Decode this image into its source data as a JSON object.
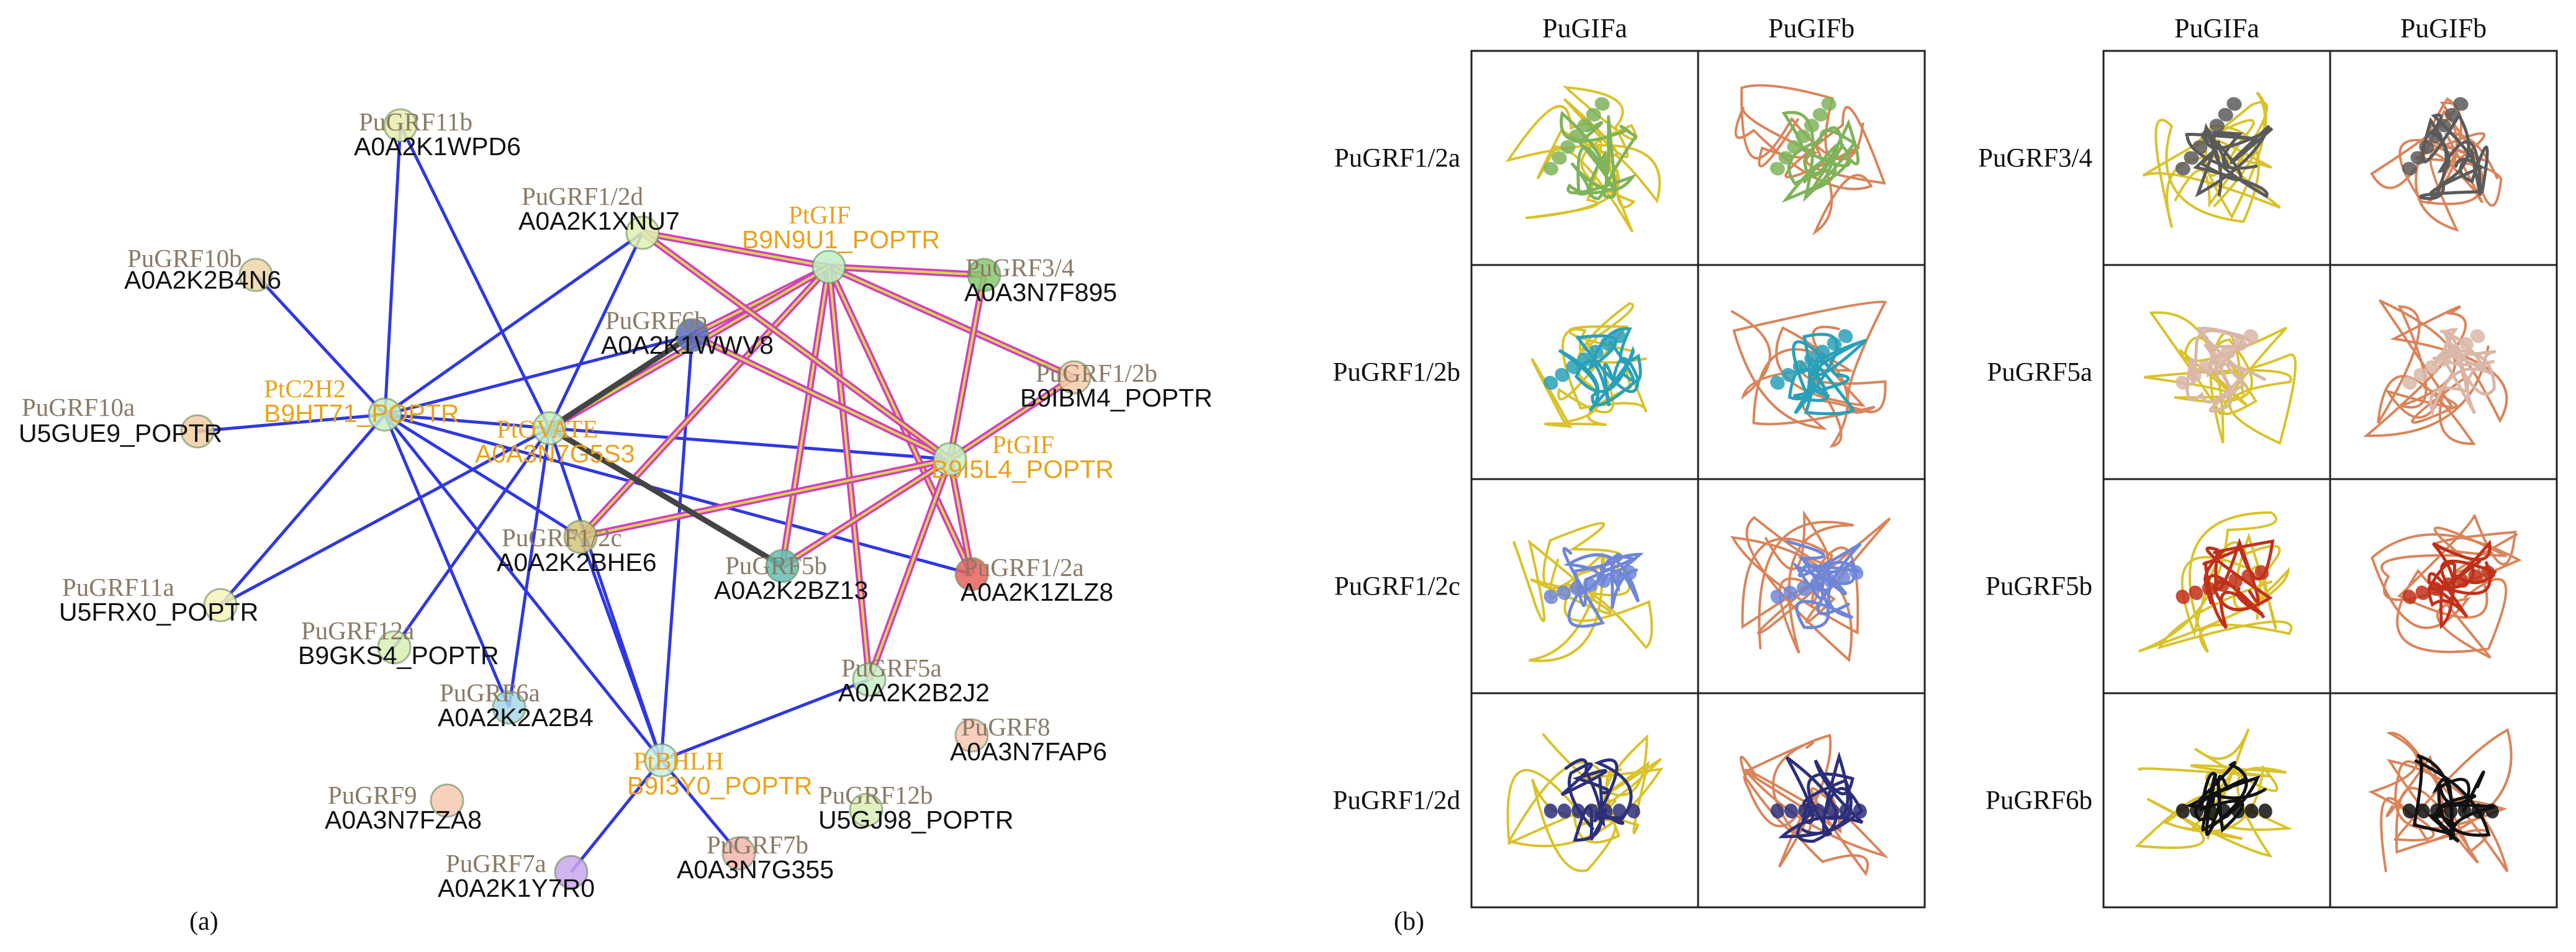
{
  "panels": {
    "a": {
      "caption": "(a)",
      "nodes": [
        {
          "id": "n_grf11b",
          "name": "PuGRF11b",
          "uid": "A0A2K1WPD6",
          "color": "#e5efad",
          "highlight": false
        },
        {
          "id": "n_grf10b",
          "name": "PuGRF10b",
          "uid": "A0A2K2B4N6",
          "color": "#efd6a8",
          "highlight": false
        },
        {
          "id": "n_grf12d",
          "name": "PuGRF1/2d",
          "uid": "A0A2K1XNU7",
          "color": "#dff2b0",
          "highlight": false
        },
        {
          "id": "n_ptgif1",
          "name": "PtGIF",
          "uid": "B9N9U1_POPTR",
          "color": "#bfeec2",
          "highlight": true
        },
        {
          "id": "n_grf34",
          "name": "PuGRF3/4",
          "uid": "A0A3N7F895",
          "color": "#85c96f",
          "highlight": false
        },
        {
          "id": "n_grf6b",
          "name": "PuGRF6b",
          "uid": "A0A2K1WWV8",
          "color": "#5a6fb8",
          "highlight": false
        },
        {
          "id": "n_grf12b",
          "name": "PuGRF1/2b",
          "uid": "B9IBM4_POPTR",
          "color": "#f4cda8",
          "highlight": false
        },
        {
          "id": "n_grf10a",
          "name": "PuGRF10a",
          "uid": "U5GUE9_POPTR",
          "color": "#f0cfa5",
          "highlight": false
        },
        {
          "id": "n_ptc2h2",
          "name": "PtC2H2",
          "uid": "B9HT71_POPTR",
          "color": "#c7f0c4",
          "highlight": true
        },
        {
          "id": "n_ptovate",
          "name": "PtOVATE",
          "uid": "A0A3N7G5S3",
          "color": "#c7f0c4",
          "highlight": true
        },
        {
          "id": "n_ptgif2",
          "name": "PtGIF",
          "uid": "B9I5L4_POPTR",
          "color": "#c7f0c4",
          "highlight": true
        },
        {
          "id": "n_grf12c",
          "name": "PuGRF1/2c",
          "uid": "A0A2K2BHE6",
          "color": "#d2c67a",
          "highlight": false
        },
        {
          "id": "n_grf5b",
          "name": "PuGRF5b",
          "uid": "A0A2K2BZ13",
          "color": "#63c0b4",
          "highlight": false
        },
        {
          "id": "n_grf12a",
          "name": "PuGRF1/2a",
          "uid": "A0A2K1ZLZ8",
          "color": "#e8615c",
          "highlight": false
        },
        {
          "id": "n_grf11a",
          "name": "PuGRF11a",
          "uid": "U5FRX0_POPTR",
          "color": "#f6f3ba",
          "highlight": false
        },
        {
          "id": "n_grf12aa",
          "name": "PuGRF12a",
          "uid": "B9GKS4_POPTR",
          "color": "#d8f0b6",
          "highlight": false
        },
        {
          "id": "n_grf6a",
          "name": "PuGRF6a",
          "uid": "A0A2K2A2B4",
          "color": "#a8d8ea",
          "highlight": false
        },
        {
          "id": "n_grf5a",
          "name": "PuGRF5a",
          "uid": "A0A2K2B2J2",
          "color": "#c7f0c4",
          "highlight": false
        },
        {
          "id": "n_grf8",
          "name": "PuGRF8",
          "uid": "A0A3N7FAP6",
          "color": "#f8c7b3",
          "highlight": false
        },
        {
          "id": "n_ptbhlh",
          "name": "PtBHLH",
          "uid": "B9I3Y0_POPTR",
          "color": "#c7f0e6",
          "highlight": true
        },
        {
          "id": "n_grf9",
          "name": "PuGRF9",
          "uid": "A0A3N7FZA8",
          "color": "#f6c9b0",
          "highlight": false
        },
        {
          "id": "n_grf12bb",
          "name": "PuGRF12b",
          "uid": "U5GJ98_POPTR",
          "color": "#d8f0b6",
          "highlight": false
        },
        {
          "id": "n_grf7b",
          "name": "PuGRF7b",
          "uid": "A0A3N7G355",
          "color": "#f3b7ae",
          "highlight": false
        },
        {
          "id": "n_grf7a",
          "name": "PuGRF7a",
          "uid": "A0A2K1Y7R0",
          "color": "#c7a7ec",
          "highlight": false
        }
      ],
      "edge_colors": {
        "blue": "#2f38e0",
        "magenta": "#d23cc5",
        "yellow": "#d8d64a",
        "dark": "#444444"
      }
    },
    "b": {
      "caption": "(b)",
      "left_table": {
        "columns": [
          "PuGIFa",
          "PuGIFb"
        ],
        "rows": [
          "PuGRF1/2a",
          "PuGRF1/2b",
          "PuGRF1/2c",
          "PuGRF1/2d"
        ],
        "accent_colors": [
          "#7fb35a",
          "#2aa0b8",
          "#6f86d8",
          "#2b2f7a"
        ]
      },
      "right_table": {
        "columns": [
          "PuGIFa",
          "PuGIFb"
        ],
        "rows": [
          "PuGRF3/4",
          "PuGRF5a",
          "PuGRF5b",
          "PuGRF6b"
        ],
        "accent_colors": [
          "#5a5a5a",
          "#d9b7a8",
          "#c0301a",
          "#111111"
        ]
      },
      "gifa_color": "#d9c22a",
      "gifb_color": "#d9845a"
    }
  }
}
